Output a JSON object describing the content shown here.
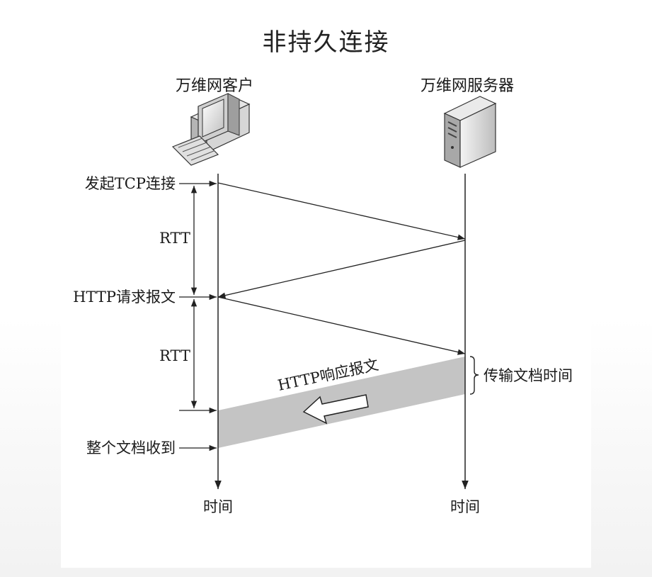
{
  "title": "非持久连接",
  "client": {
    "label": "万维网客户"
  },
  "server": {
    "label": "万维网服务器"
  },
  "events": {
    "tcp_connect": "发起TCP连接",
    "http_request": "HTTP请求报文",
    "response": "HTTP响应报文",
    "document_received": "整个文档收到",
    "transfer_time": "传输文档时间"
  },
  "intervals": {
    "rtt1": "RTT",
    "rtt2": "RTT"
  },
  "axis": {
    "client_time": "时间",
    "server_time": "时间"
  }
}
